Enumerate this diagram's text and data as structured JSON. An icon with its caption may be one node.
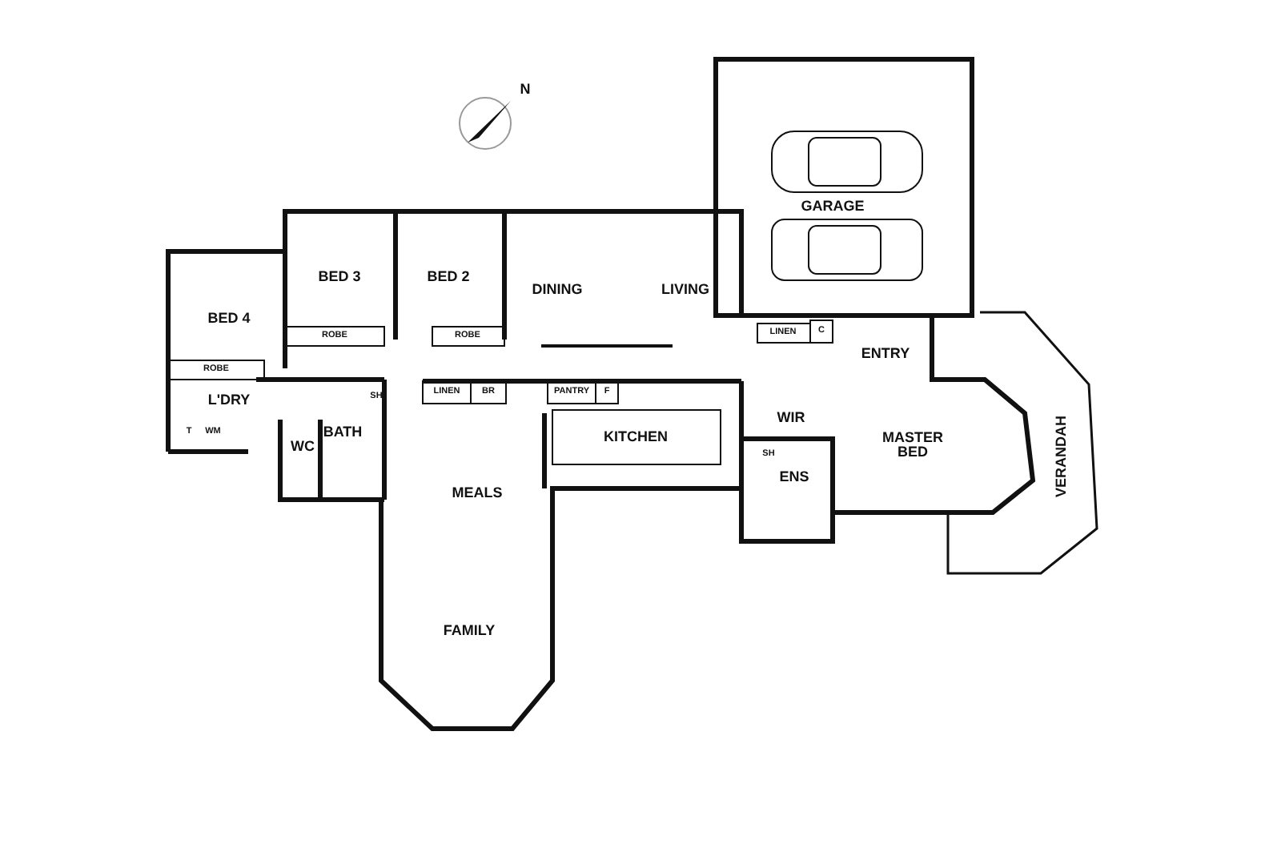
{
  "diagram": {
    "labels": [
      "N",
      "GARAGE",
      "BED 3",
      "BED 2",
      "DINING",
      "LIVING",
      "BED 4",
      "ROBE",
      "ROBE",
      "LINEN",
      "C",
      "ENTRY",
      "ROBE",
      "LINEN",
      "BR",
      "PANTRY",
      "F",
      "SH",
      "L'DRY",
      "WIR",
      "BATH",
      "KITCHEN",
      "MASTER BED",
      "VERANDAH",
      "T",
      "WM",
      "WC",
      "SH",
      "ENS",
      "MEALS",
      "FAMILY"
    ]
  }
}
